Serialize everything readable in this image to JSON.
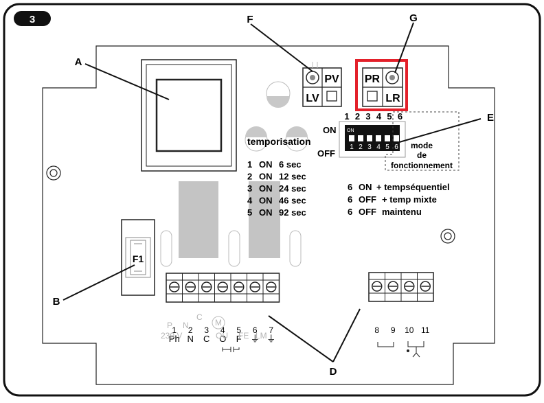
{
  "figure_number": "3",
  "callouts": {
    "a": "A",
    "b": "B",
    "d": "D",
    "e": "E",
    "f": "F",
    "g": "G"
  },
  "fuse_label": "F1",
  "indicators": {
    "pv": "PV",
    "lv": "LV",
    "pr": "PR",
    "lr": "LR"
  },
  "dip_switch": {
    "numbers": [
      "1",
      "2",
      "3",
      "4",
      "5",
      "6"
    ],
    "on_label": "ON",
    "off_label": "OFF",
    "small_on_label": "ON",
    "small_numbers": [
      "1",
      "2",
      "3",
      "4",
      "5",
      "6"
    ],
    "mode_lines": [
      "mode",
      "de",
      "fonctionnement"
    ]
  },
  "temporisation": {
    "title": "temporisation",
    "rows": [
      {
        "num": "1",
        "state": "ON",
        "value": "6 sec"
      },
      {
        "num": "2",
        "state": "ON",
        "value": "12 sec"
      },
      {
        "num": "3",
        "state": "ON",
        "value": "24 sec"
      },
      {
        "num": "4",
        "state": "ON",
        "value": "46 sec"
      },
      {
        "num": "5",
        "state": "ON",
        "value": "92 sec"
      }
    ]
  },
  "modes": [
    {
      "num": "6",
      "state": "ON",
      "text": "+ tempséquentiel"
    },
    {
      "num": "6",
      "state": "OFF",
      "text": "+ temp mixte"
    },
    {
      "num": "6",
      "state": "OFF",
      "text": "maintenu"
    }
  ],
  "terminals_left": [
    {
      "num": "1",
      "label": "Ph"
    },
    {
      "num": "2",
      "label": "N"
    },
    {
      "num": "3",
      "label": "C"
    },
    {
      "num": "4",
      "label": "O"
    },
    {
      "num": "5",
      "label": "F"
    },
    {
      "num": "6",
      "label": "⏚"
    },
    {
      "num": "7",
      "label": "⏚"
    }
  ],
  "terminals_right": [
    {
      "num": "8"
    },
    {
      "num": "9"
    },
    {
      "num": "10"
    },
    {
      "num": "11"
    }
  ],
  "faded_print": {
    "p": "P",
    "n": "N",
    "v230": "230 V",
    "c": "C",
    "m": "M",
    "fe": "FE",
    "lm": "LM",
    "ou": "OU"
  },
  "colors": {
    "highlight": "#e3202a",
    "relay_gray": "#c4c4c4",
    "outline": "#111111"
  }
}
